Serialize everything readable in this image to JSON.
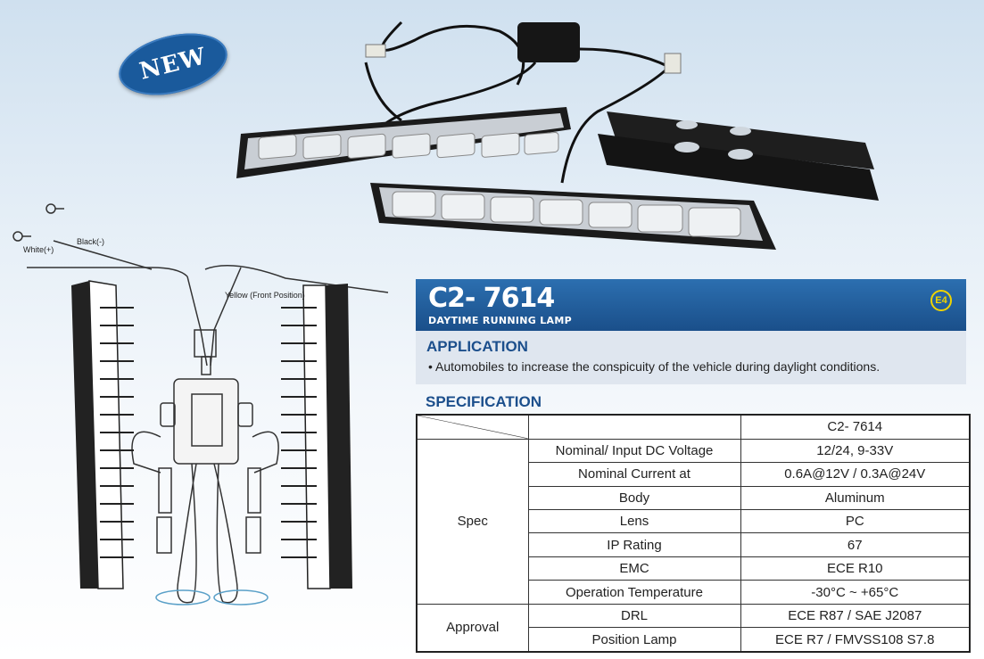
{
  "badge": {
    "label": "NEW"
  },
  "diagram": {
    "black_label": "Black(-)",
    "white_label": "White(+)",
    "yellow_label": "Yellow  (Front Position)"
  },
  "header": {
    "model": "C2- 7614",
    "subtitle": "DAYTIME RUNNING LAMP",
    "emark": "E4"
  },
  "application": {
    "title": "APPLICATION",
    "text": "Automobiles to increase the conspicuity of the vehicle during daylight conditions."
  },
  "specification": {
    "title": "SPECIFICATION",
    "model_header": "C2- 7614",
    "groups": [
      {
        "name": "Spec",
        "rows": [
          {
            "label": "Nominal/ Input DC Voltage",
            "value": "12/24, 9-33V"
          },
          {
            "label": "Nominal Current at",
            "value": "0.6A@12V / 0.3A@24V"
          },
          {
            "label": "Body",
            "value": "Aluminum"
          },
          {
            "label": "Lens",
            "value": "PC"
          },
          {
            "label": "IP Rating",
            "value": "67"
          },
          {
            "label": "EMC",
            "value": "ECE R10"
          },
          {
            "label": "Operation Temperature",
            "value": "-30°C ~ +65°C"
          }
        ]
      },
      {
        "name": "Approval",
        "rows": [
          {
            "label": "DRL",
            "value": "ECE R87 / SAE J2087"
          },
          {
            "label": "Position Lamp",
            "value": "ECE R7 / FMVSS108 S7.8"
          }
        ]
      }
    ]
  },
  "colors": {
    "brand_blue": "#1a4f8a",
    "accent_yellow": "#f0d400"
  }
}
